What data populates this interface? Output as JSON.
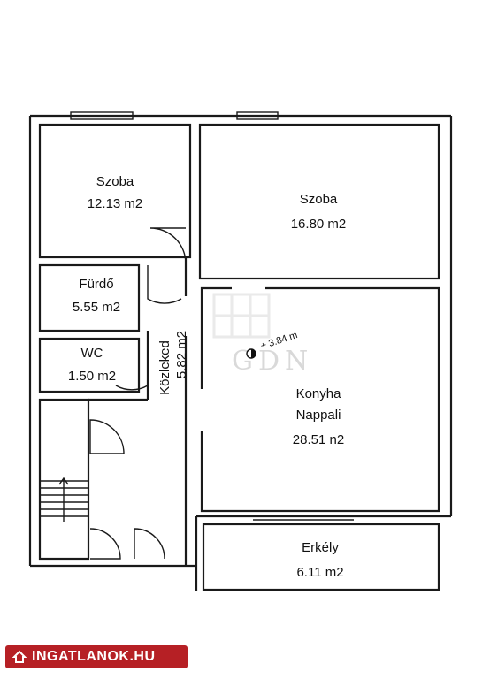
{
  "rooms": {
    "szoba_small": {
      "name": "Szoba",
      "area": "12.13 m2"
    },
    "szoba_large": {
      "name": "Szoba",
      "area": "16.80 m2"
    },
    "furdo": {
      "name": "Fürdő",
      "area": "5.55 m2"
    },
    "wc": {
      "name": "WC",
      "area": "1.50 m2"
    },
    "kozleked": {
      "name": "Közleked",
      "area": "5.82 m2"
    },
    "konyha": {
      "name_line1": "Konyha",
      "name_line2": "Nappali",
      "area": "28.51 n2"
    },
    "erkely": {
      "name": "Erkély",
      "area": "6.11 m2"
    }
  },
  "ceiling_height": "+ 3.84 m",
  "watermark": "GDN",
  "badge": {
    "text": "INGATLANOK.HU",
    "color": "#b62025"
  }
}
